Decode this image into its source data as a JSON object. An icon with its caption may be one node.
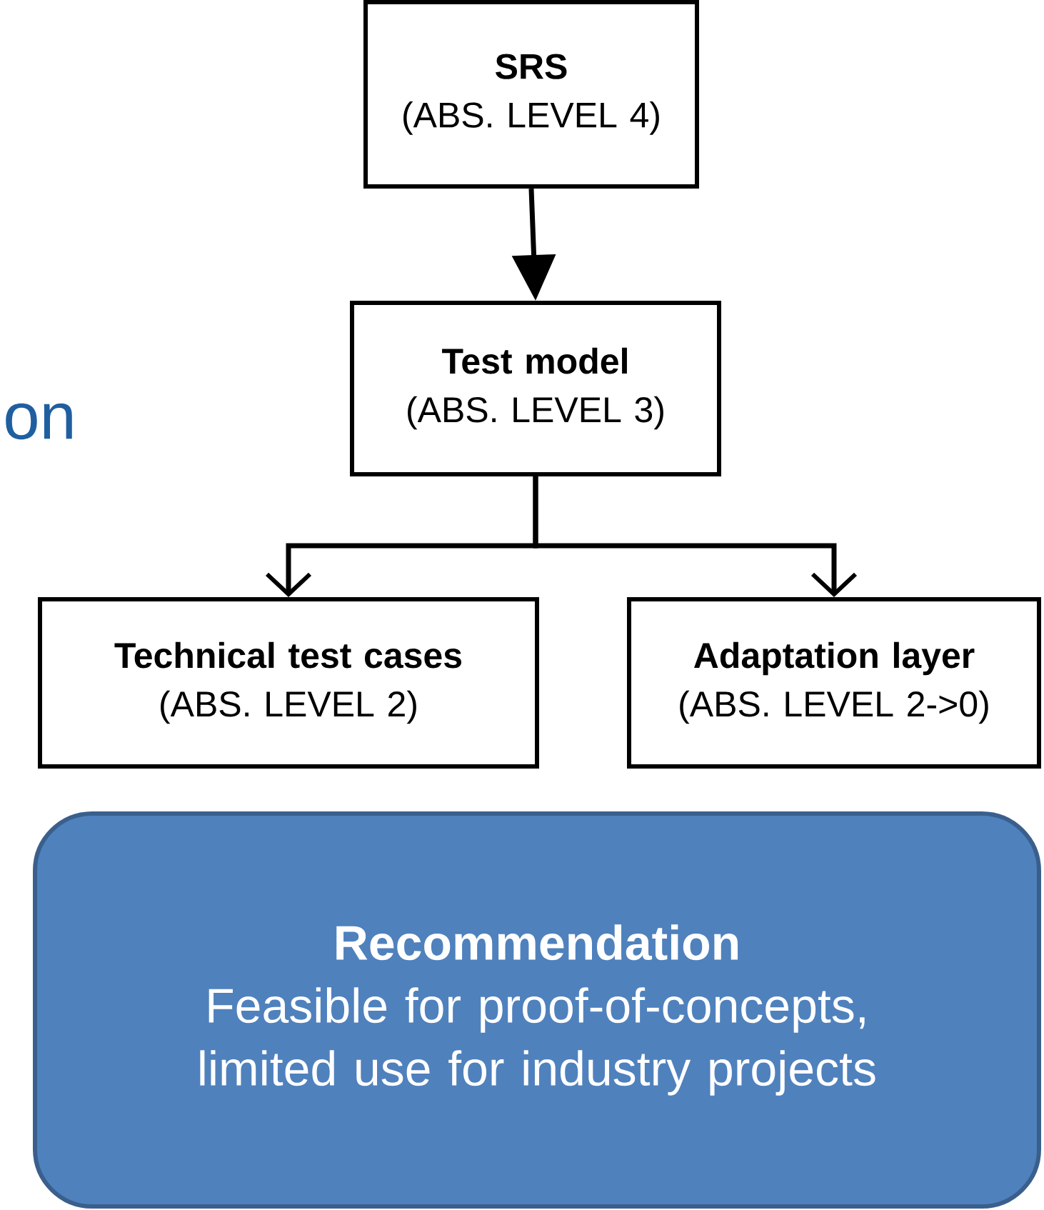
{
  "diagram": {
    "nodes": [
      {
        "text": [
          "SRS",
          "(ABS. LEVEL 4)"
        ]
      },
      {
        "text": [
          "Test model",
          "(ABS. LEVEL 3)"
        ]
      },
      {
        "text": [
          "Technical test cases",
          "(ABS. LEVEL 2)"
        ]
      },
      {
        "text": [
          "Adaptation layer",
          "(ABS. LEVEL 2->0)"
        ]
      },
      {
        "text": [
          "Recommendation",
          "Feasible for proof-of-concepts, limited use for industry projects"
        ]
      }
    ],
    "edges": [
      {
        "from": 0,
        "to": 1,
        "arrow": "to"
      },
      {
        "from": 1,
        "to": 2,
        "arrow": "to"
      },
      {
        "from": 1,
        "to": 3,
        "arrow": "to"
      }
    ],
    "labels": [
      "on"
    ]
  }
}
